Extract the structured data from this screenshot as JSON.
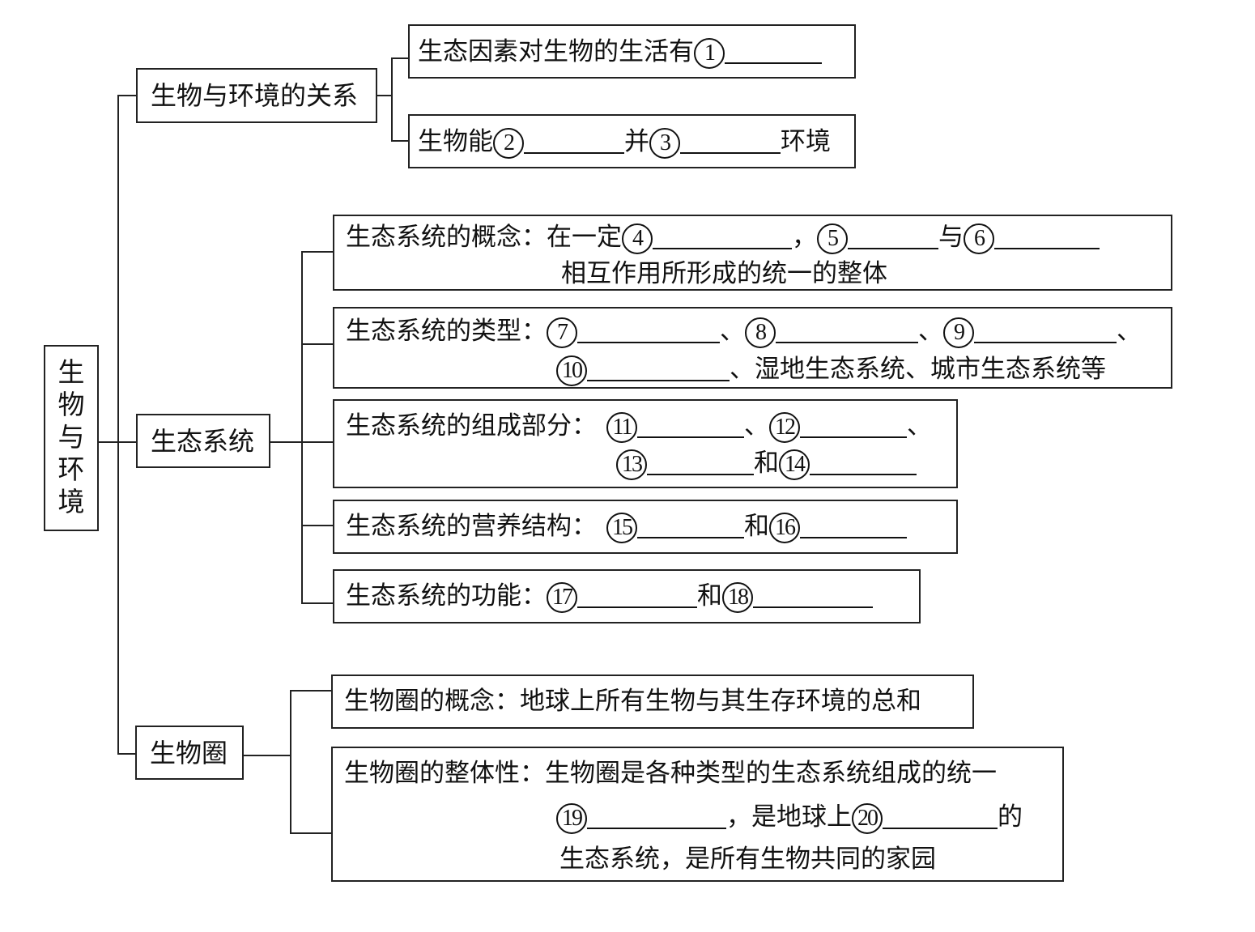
{
  "root": {
    "label": "生物与环境",
    "chars": [
      "生",
      "物",
      "与",
      "环",
      "境"
    ]
  },
  "branches": [
    {
      "label": "生物与环境的关系",
      "items": [
        {
          "parts": [
            "生态因素对生物的生活有",
            "1",
            ""
          ]
        },
        {
          "parts": [
            "生物能",
            "2",
            "并",
            "3",
            "环境"
          ]
        }
      ]
    },
    {
      "label": "生态系统",
      "items": [
        {
          "line1": {
            "prefix": "生态系统的概念：在一定",
            "n4": "4",
            "sep1": "，",
            "n5": "5",
            "sep2": "与",
            "n6": "6"
          },
          "line2": "相互作用所形成的统一的整体"
        },
        {
          "line1": {
            "prefix": "生态系统的类型：",
            "n7": "7",
            "s1": "、",
            "n8": "8",
            "s2": "、",
            "n9": "9",
            "s3": "、"
          },
          "line2": {
            "n10": "10",
            "suffix": "、湿地生态系统、城市生态系统等"
          }
        },
        {
          "line1": {
            "prefix": "生态系统的组成部分：",
            "n11": "11",
            "s1": "、",
            "n12": "12",
            "s2": "、"
          },
          "line2": {
            "n13": "13",
            "and": "和",
            "n14": "14"
          }
        },
        {
          "line1": {
            "prefix": "生态系统的营养结构：",
            "n15": "15",
            "and": "和",
            "n16": "16"
          }
        },
        {
          "line1": {
            "prefix": "生态系统的功能：",
            "n17": "17",
            "and": "和",
            "n18": "18"
          }
        }
      ]
    },
    {
      "label": "生物圈",
      "items": [
        {
          "text": "生物圈的概念：地球上所有生物与其生存环境的总和"
        },
        {
          "line1": "生物圈的整体性：生物圈是各种类型的生态系统组成的统一",
          "line2": {
            "n19": "19",
            "mid": "，是地球上",
            "n20": "20",
            "end": "的"
          },
          "line3": "生态系统，是所有生物共同的家园"
        }
      ]
    }
  ]
}
